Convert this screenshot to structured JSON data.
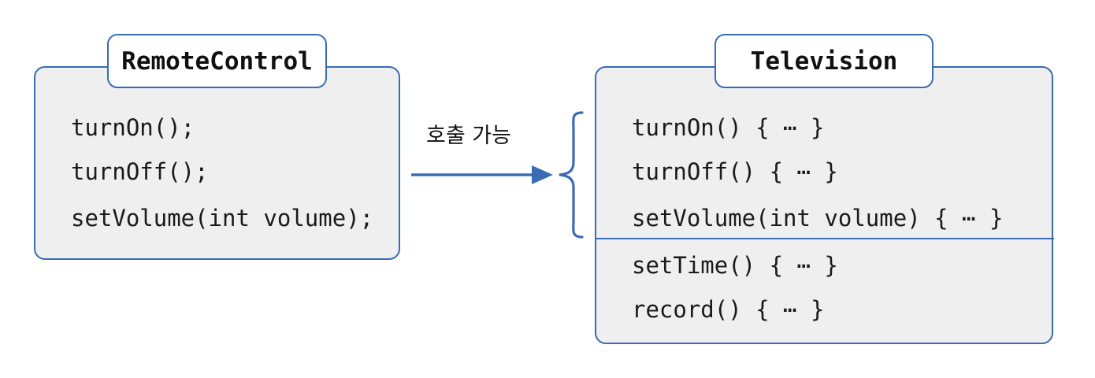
{
  "diagram": {
    "type": "uml-class-relationship",
    "title": "RemoteControl interface and Television implementation",
    "colors": {
      "border": "#3a6bb5",
      "box_fill": "#efefef",
      "title_fill": "#ffffff",
      "text": "#1a1a1a",
      "arrow": "#3a6bb5",
      "background": "#ffffff"
    }
  },
  "left_box": {
    "title": "RemoteControl",
    "members": [
      "turnOn();",
      "turnOff();",
      "setVolume(int volume);"
    ]
  },
  "right_box": {
    "title": "Television",
    "sections": [
      {
        "name": "implemented-interface-methods",
        "members": [
          "turnOn() { ⋯ }",
          "turnOff() { ⋯ }",
          "setVolume(int volume) { ⋯ }"
        ]
      },
      {
        "name": "own-methods",
        "members": [
          "setTime() { ⋯ }",
          "record() { ⋯ }"
        ]
      }
    ]
  },
  "connector": {
    "label": "호출 가능",
    "arrow_direction": "right",
    "brace": "right-curly-brace",
    "brace_groups": "implemented-interface-methods"
  }
}
